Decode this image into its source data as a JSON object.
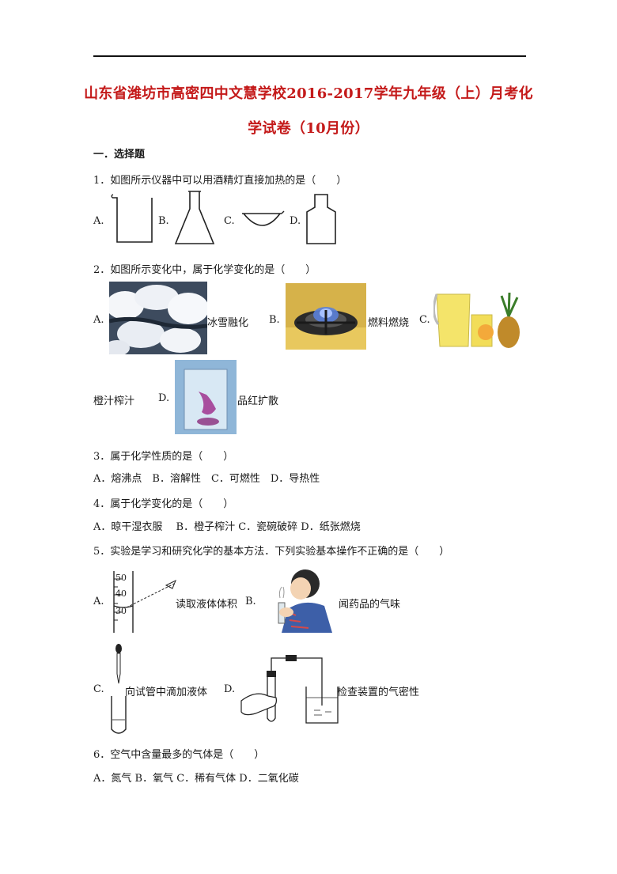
{
  "title": {
    "line1": "山东省潍坊市高密四中文慧学校2016-2017学年九年级（上）月考化",
    "line2": "学试卷（10月份）"
  },
  "section1": "一．选择题",
  "q1": {
    "stem": "1．如图所示仪器中可以用酒精灯直接加热的是（　　）",
    "labels": [
      "A.",
      "B.",
      "C.",
      "D."
    ]
  },
  "q2": {
    "stem": "2．如图所示变化中，属于化学变化的是（　　）",
    "labels": [
      "A.",
      "B.",
      "C.",
      "D."
    ],
    "captions": [
      "冰雪融化",
      "燃料燃烧",
      "橙汁榨汁",
      "品红扩散"
    ]
  },
  "q3": {
    "stem": "3．属于化学性质的是（　　）",
    "options": "A．熔沸点　B．溶解性　C．可燃性　D．导热性"
  },
  "q4": {
    "stem": "4．属于化学变化的是（　　）",
    "options": "A．晾干湿衣服　 B．橙子榨汁 C．瓷碗破碎 D．纸张燃烧"
  },
  "q5": {
    "stem": "5．实验是学习和研究化学的基本方法．下列实验基本操作不正确的是（　　）",
    "labels": [
      "A.",
      "B.",
      "C.",
      "D."
    ],
    "captions": [
      "读取液体体积",
      "闻药品的气味",
      "向试管中滴加液体",
      "检查装置的气密性"
    ],
    "scale_ticks": [
      "50",
      "40",
      "30"
    ]
  },
  "q6": {
    "stem": "6．空气中含量最多的气体是（　　）",
    "options": "A．氮气 B．氧气 C．稀有气体 D．二氧化碳"
  }
}
